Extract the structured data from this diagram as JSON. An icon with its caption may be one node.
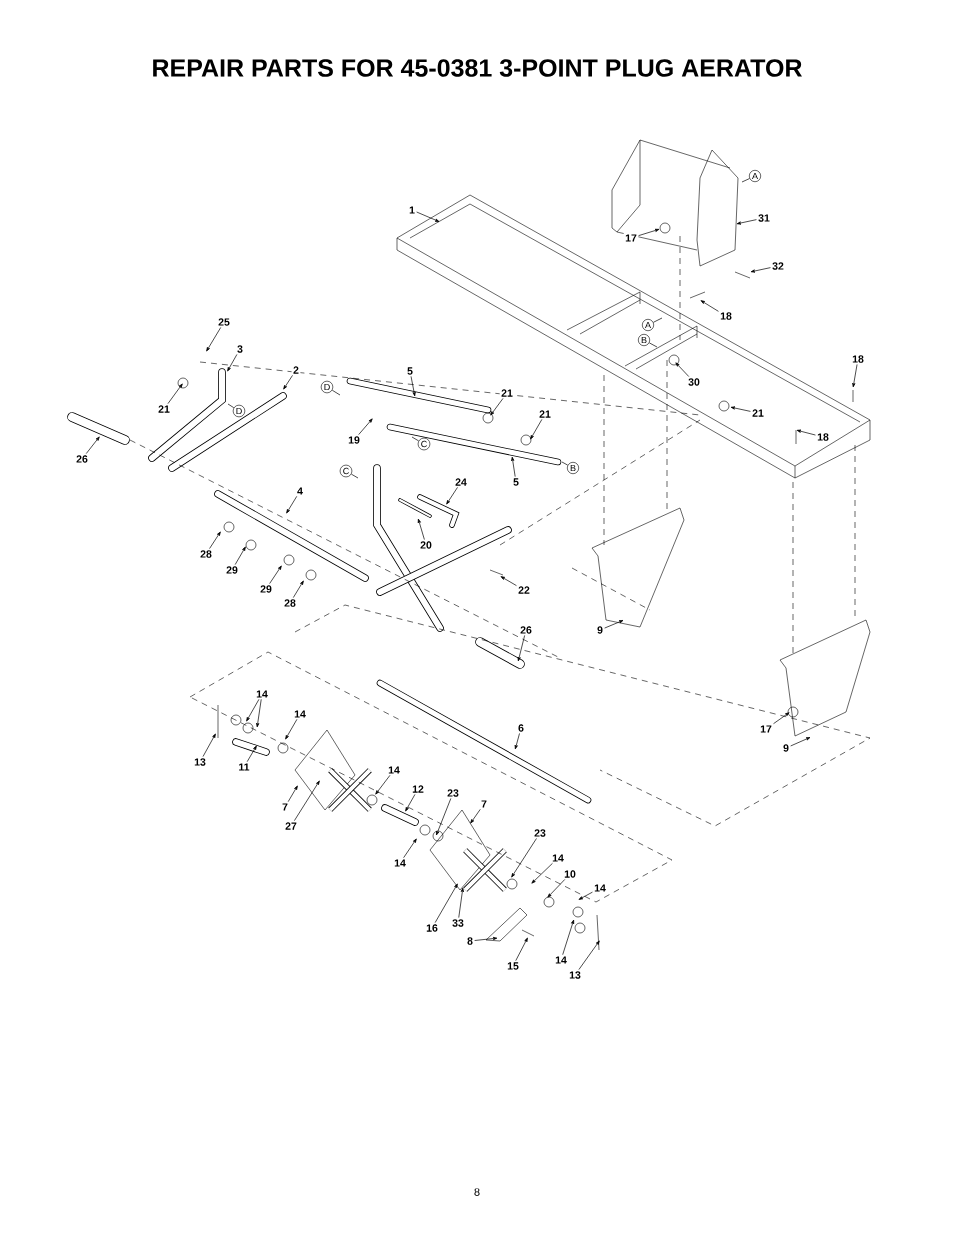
{
  "diagram": {
    "title": "REPAIR PARTS FOR 45-0381 3-POINT PLUG AERATOR",
    "nodes": [
      {
        "text": [
          "1"
        ]
      },
      {
        "text": [
          "A"
        ]
      },
      {
        "text": [
          "31"
        ]
      },
      {
        "text": [
          "17"
        ]
      },
      {
        "text": [
          "32"
        ]
      },
      {
        "text": [
          "18"
        ]
      },
      {
        "text": [
          "25"
        ]
      },
      {
        "text": [
          "A"
        ]
      },
      {
        "text": [
          "B"
        ]
      },
      {
        "text": [
          "3"
        ]
      },
      {
        "text": [
          "18"
        ]
      },
      {
        "text": [
          "2"
        ]
      },
      {
        "text": [
          "5"
        ]
      },
      {
        "text": [
          "30"
        ]
      },
      {
        "text": [
          "D"
        ]
      },
      {
        "text": [
          "21"
        ]
      },
      {
        "text": [
          "21"
        ]
      },
      {
        "text": [
          "D"
        ]
      },
      {
        "text": [
          "21"
        ]
      },
      {
        "text": [
          "21"
        ]
      },
      {
        "text": [
          "19"
        ]
      },
      {
        "text": [
          "18"
        ]
      },
      {
        "text": [
          "C"
        ]
      },
      {
        "text": [
          "26"
        ]
      },
      {
        "text": [
          "B"
        ]
      },
      {
        "text": [
          "C"
        ]
      },
      {
        "text": [
          "5"
        ]
      },
      {
        "text": [
          "24"
        ]
      },
      {
        "text": [
          "4"
        ]
      },
      {
        "text": [
          "20"
        ]
      },
      {
        "text": [
          "28"
        ]
      },
      {
        "text": [
          "29"
        ]
      },
      {
        "text": [
          "29"
        ]
      },
      {
        "text": [
          "22"
        ]
      },
      {
        "text": [
          "28"
        ]
      },
      {
        "text": [
          "26"
        ]
      },
      {
        "text": [
          "9"
        ]
      },
      {
        "text": [
          "14"
        ]
      },
      {
        "text": [
          "14"
        ]
      },
      {
        "text": [
          "6"
        ]
      },
      {
        "text": [
          "17"
        ]
      },
      {
        "text": [
          "9"
        ]
      },
      {
        "text": [
          "13"
        ]
      },
      {
        "text": [
          "11"
        ]
      },
      {
        "text": [
          "14"
        ]
      },
      {
        "text": [
          "12"
        ]
      },
      {
        "text": [
          "23"
        ]
      },
      {
        "text": [
          "7"
        ]
      },
      {
        "text": [
          "7"
        ]
      },
      {
        "text": [
          "27"
        ]
      },
      {
        "text": [
          "23"
        ]
      },
      {
        "text": [
          "14"
        ]
      },
      {
        "text": [
          "14"
        ]
      },
      {
        "text": [
          "10"
        ]
      },
      {
        "text": [
          "14"
        ]
      },
      {
        "text": [
          "33"
        ]
      },
      {
        "text": [
          "16"
        ]
      },
      {
        "text": [
          "8"
        ]
      },
      {
        "text": [
          "14"
        ]
      },
      {
        "text": [
          "15"
        ]
      },
      {
        "text": [
          "13"
        ]
      }
    ],
    "edges": [
      {
        "from": 0,
        "to": null,
        "arrow": "to"
      },
      {
        "from": 1,
        "to": null,
        "arrow": "none"
      },
      {
        "from": 2,
        "to": null,
        "arrow": "to"
      },
      {
        "from": 3,
        "to": null,
        "arrow": "to"
      },
      {
        "from": 4,
        "to": null,
        "arrow": "to"
      },
      {
        "from": 5,
        "to": null,
        "arrow": "to"
      },
      {
        "from": 6,
        "to": null,
        "arrow": "to"
      },
      {
        "from": 7,
        "to": null,
        "arrow": "none"
      },
      {
        "from": 8,
        "to": null,
        "arrow": "none"
      },
      {
        "from": 9,
        "to": null,
        "arrow": "to"
      },
      {
        "from": 10,
        "to": null,
        "arrow": "to"
      },
      {
        "from": 11,
        "to": null,
        "arrow": "to"
      },
      {
        "from": 12,
        "to": null,
        "arrow": "to"
      },
      {
        "from": 13,
        "to": null,
        "arrow": "to"
      },
      {
        "from": 14,
        "to": null,
        "arrow": "none"
      },
      {
        "from": 15,
        "to": null,
        "arrow": "to"
      },
      {
        "from": 16,
        "to": null,
        "arrow": "to"
      },
      {
        "from": 17,
        "to": null,
        "arrow": "none"
      },
      {
        "from": 18,
        "to": null,
        "arrow": "to"
      },
      {
        "from": 19,
        "to": null,
        "arrow": "to"
      },
      {
        "from": 20,
        "to": null,
        "arrow": "to"
      },
      {
        "from": 21,
        "to": null,
        "arrow": "to"
      },
      {
        "from": 22,
        "to": null,
        "arrow": "none"
      },
      {
        "from": 23,
        "to": null,
        "arrow": "to"
      },
      {
        "from": 24,
        "to": null,
        "arrow": "none"
      },
      {
        "from": 25,
        "to": null,
        "arrow": "none"
      },
      {
        "from": 26,
        "to": null,
        "arrow": "to"
      },
      {
        "from": 27,
        "to": null,
        "arrow": "to"
      },
      {
        "from": 28,
        "to": null,
        "arrow": "to"
      },
      {
        "from": 29,
        "to": null,
        "arrow": "to"
      },
      {
        "from": 30,
        "to": null,
        "arrow": "to"
      },
      {
        "from": 31,
        "to": null,
        "arrow": "to"
      },
      {
        "from": 32,
        "to": null,
        "arrow": "to"
      },
      {
        "from": 33,
        "to": null,
        "arrow": "to"
      },
      {
        "from": 34,
        "to": null,
        "arrow": "to"
      },
      {
        "from": 35,
        "to": null,
        "arrow": "to"
      },
      {
        "from": 36,
        "to": null,
        "arrow": "to"
      },
      {
        "from": 37,
        "to": null,
        "arrow": "to"
      },
      {
        "from": 37,
        "to": null,
        "arrow": "to"
      },
      {
        "from": 38,
        "to": null,
        "arrow": "to"
      },
      {
        "from": 39,
        "to": null,
        "arrow": "to"
      },
      {
        "from": 40,
        "to": null,
        "arrow": "to"
      },
      {
        "from": 41,
        "to": null,
        "arrow": "to"
      },
      {
        "from": 42,
        "to": null,
        "arrow": "to"
      },
      {
        "from": 43,
        "to": null,
        "arrow": "to"
      },
      {
        "from": 44,
        "to": null,
        "arrow": "to"
      },
      {
        "from": 45,
        "to": null,
        "arrow": "to"
      },
      {
        "from": 46,
        "to": null,
        "arrow": "to"
      },
      {
        "from": 47,
        "to": null,
        "arrow": "to"
      },
      {
        "from": 48,
        "to": null,
        "arrow": "to"
      },
      {
        "from": 49,
        "to": null,
        "arrow": "to"
      },
      {
        "from": 50,
        "to": null,
        "arrow": "to"
      },
      {
        "from": 51,
        "to": null,
        "arrow": "to"
      },
      {
        "from": 52,
        "to": null,
        "arrow": "to"
      },
      {
        "from": 53,
        "to": null,
        "arrow": "to"
      },
      {
        "from": 54,
        "to": null,
        "arrow": "to"
      },
      {
        "from": 55,
        "to": null,
        "arrow": "to"
      },
      {
        "from": 56,
        "to": null,
        "arrow": "to"
      },
      {
        "from": 57,
        "to": null,
        "arrow": "to"
      },
      {
        "from": 58,
        "to": null,
        "arrow": "to"
      },
      {
        "from": 59,
        "to": null,
        "arrow": "to"
      },
      {
        "from": 60,
        "to": null,
        "arrow": "to"
      }
    ],
    "labels": [
      "8"
    ]
  }
}
